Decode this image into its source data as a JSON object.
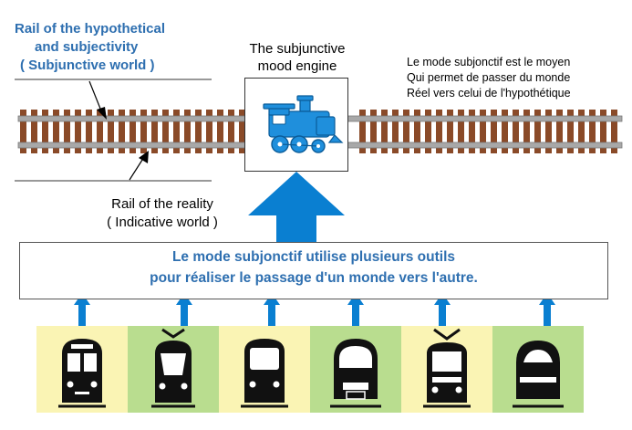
{
  "hypothetical_rail": {
    "line1": "Rail of the hypothetical",
    "line2": "and subjectivity",
    "line3": "( Subjunctive world )"
  },
  "engine": {
    "line1": "The subjunctive",
    "line2": "mood engine"
  },
  "french_note": {
    "line1": "Le mode subjonctif est le moyen",
    "line2": "Qui permet de passer du monde",
    "line3": "Réel vers celui de l'hypothétique"
  },
  "reality_rail": {
    "line1": "Rail of the reality",
    "line2": "( Indicative world )"
  },
  "main_box": {
    "line1": "Le mode subjonctif utilise plusieurs outils",
    "line2": "pour réaliser le passage d'un monde vers l'autre."
  },
  "vehicles": [
    {
      "icon": "metro-icon",
      "color": "#faf4b4"
    },
    {
      "icon": "tram-icon",
      "color": "#b9dd8f"
    },
    {
      "icon": "commuter-train-icon",
      "color": "#faf4b4"
    },
    {
      "icon": "high-speed-train-icon",
      "color": "#b9dd8f"
    },
    {
      "icon": "light-rail-icon",
      "color": "#faf4b4"
    },
    {
      "icon": "bullet-train-icon",
      "color": "#b9dd8f"
    }
  ],
  "colors": {
    "accent_blue": "#2e6fb0",
    "arrow_blue": "#0a7fd1",
    "sleeper_brown": "#8a4a28",
    "rail_gray": "#9a9a9a",
    "tile_yellow": "#faf4b4",
    "tile_green": "#b9dd8f"
  }
}
